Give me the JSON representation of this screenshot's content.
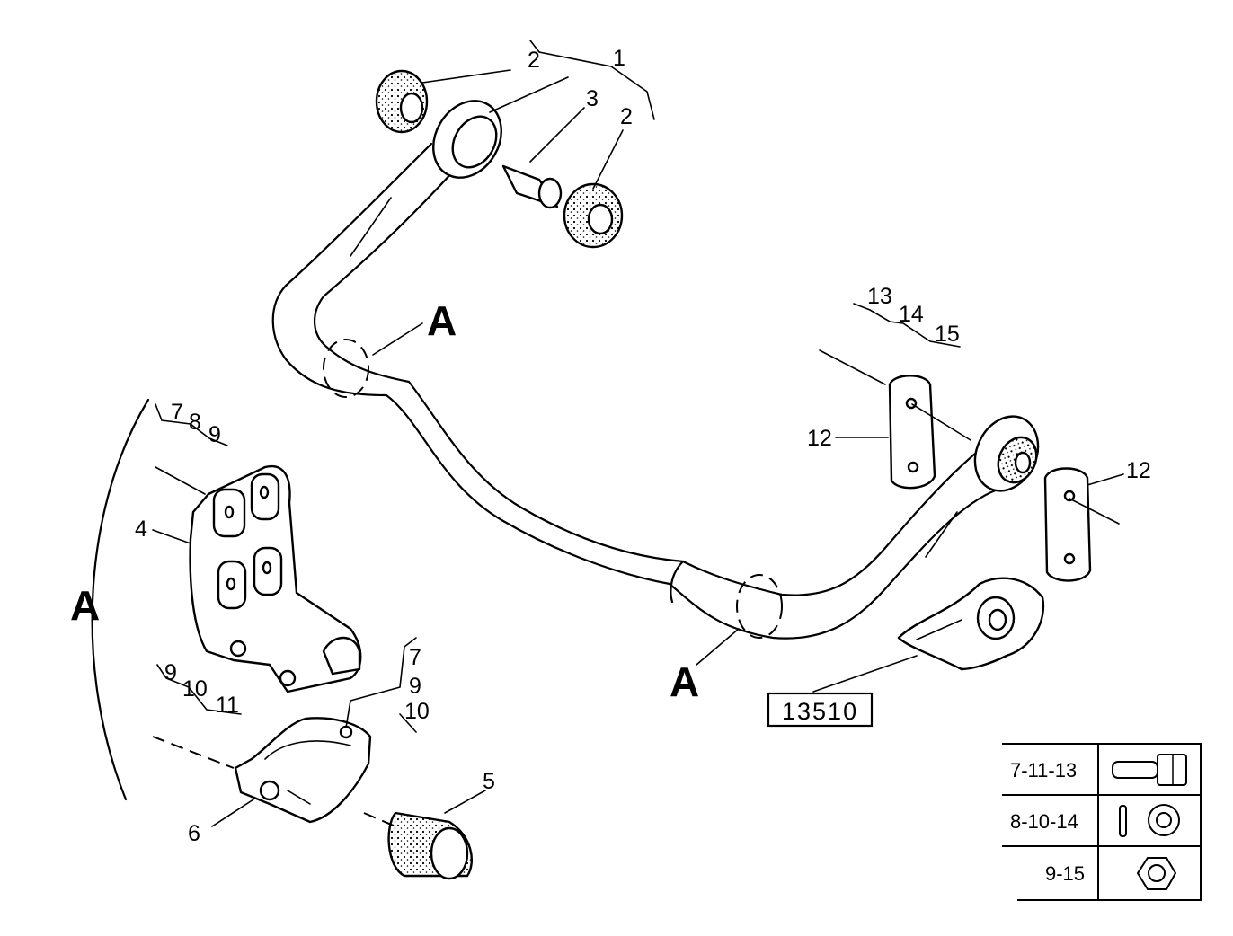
{
  "callouts": {
    "c1": "1",
    "c2a": "2",
    "c2b": "2",
    "c3": "3",
    "c4": "4",
    "c5": "5",
    "c6": "6",
    "c12a": "12",
    "c12b": "12",
    "g789_7": "7",
    "g789_8": "8",
    "g789_9": "9",
    "g91011_9": "9",
    "g91011_10": "10",
    "g91011_11": "11",
    "g7910_7": "7",
    "g7910_9": "9",
    "g7910_10": "10",
    "g131415_13": "13",
    "g131415_14": "14",
    "g131415_15": "15"
  },
  "section_marks": {
    "a1": "A",
    "a2": "A",
    "a3": "A"
  },
  "reference_code": "13510",
  "fastener_table": {
    "rows": [
      {
        "label": "7-11-13",
        "icon": "bolt-icon"
      },
      {
        "label": "8-10-14",
        "icon": "washer-icon"
      },
      {
        "label": "9-15",
        "icon": "nut-icon"
      }
    ]
  }
}
